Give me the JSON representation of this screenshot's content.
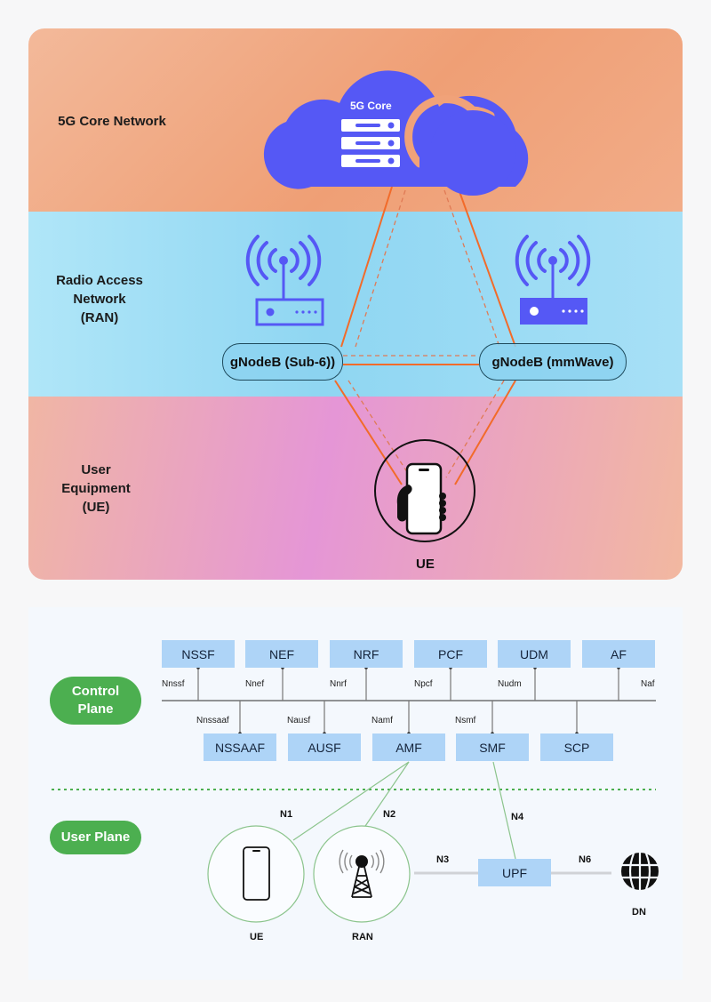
{
  "top_diagram": {
    "layers": [
      {
        "id": "core",
        "label": "5G Core Network",
        "color": "#ef9f75"
      },
      {
        "id": "ran",
        "label": "Radio Access Network (RAN)",
        "lines": [
          "Radio Access",
          "Network",
          "(RAN)"
        ],
        "color": "#8fd6f2"
      },
      {
        "id": "ue",
        "label": "User Equipment (UE)",
        "lines": [
          "User",
          "Equipment",
          "(UE)"
        ],
        "color": "#e596d6"
      }
    ],
    "cloud": {
      "label": "5G Core",
      "icon": "server-stack-icon",
      "color": "#5558f5"
    },
    "gnodebs": [
      {
        "label": "gNodeB (Sub-6))",
        "icon": "router-antenna-outline-icon"
      },
      {
        "label": "gNodeB (mmWave)",
        "icon": "router-antenna-filled-icon"
      }
    ],
    "ue": {
      "label": "UE",
      "icon": "hand-holding-phone-icon"
    },
    "link_color": "#f26b2a"
  },
  "bottom_diagram": {
    "planes": {
      "control": "Control Plane",
      "control_lines": [
        "Control",
        "Plane"
      ],
      "user": "User Plane",
      "color": "#4caf50"
    },
    "top_row": [
      {
        "name": "NSSF",
        "iface": "Nnssf"
      },
      {
        "name": "NEF",
        "iface": "Nnef"
      },
      {
        "name": "NRF",
        "iface": "Nnrf"
      },
      {
        "name": "PCF",
        "iface": "Npcf"
      },
      {
        "name": "UDM",
        "iface": "Nudm"
      },
      {
        "name": "AF",
        "iface": "Naf"
      }
    ],
    "bottom_row": [
      {
        "name": "NSSAAF",
        "iface": "Nnssaaf"
      },
      {
        "name": "AUSF",
        "iface": "Nausf"
      },
      {
        "name": "AMF",
        "iface": "Namf"
      },
      {
        "name": "SMF",
        "iface": "Nsmf"
      },
      {
        "name": "SCP",
        "iface": ""
      }
    ],
    "user_plane": {
      "ue": {
        "label": "UE",
        "icon": "smartphone-icon"
      },
      "ran": {
        "label": "RAN",
        "icon": "cell-tower-icon"
      },
      "upf": {
        "label": "UPF"
      },
      "dn": {
        "label": "DN",
        "icon": "globe-icon"
      },
      "links": {
        "n1": "N1",
        "n2": "N2",
        "n3": "N3",
        "n4": "N4",
        "n6": "N6"
      }
    },
    "box_color": "#aed4f7"
  }
}
